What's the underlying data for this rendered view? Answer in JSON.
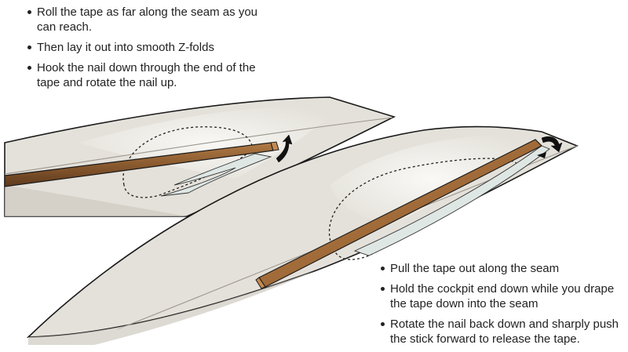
{
  "steps_top": [
    "Roll the tape as far along the seam as you can reach.",
    "Then lay it out into smooth Z-folds",
    "Hook the nail down through the end of the tape and rotate the nail up."
  ],
  "steps_bottom": [
    "Pull the tape out along the seam",
    "Hold the cockpit end down while you drape the tape down into the seam",
    "Rotate the nail back down and sharply push the stick forward to release the tape."
  ],
  "colors": {
    "hull": "#e4e1da",
    "hull_shadow": "#cfcbc2",
    "deck_light": "#f3f2ee",
    "edge": "#1a1a1a",
    "stick": "#8a5a2f",
    "stick_dark": "#5e3a1c",
    "tape": "#dfe7e4"
  },
  "icons": [
    "rotate-arrow-icon",
    "bullet-dot-icon"
  ]
}
